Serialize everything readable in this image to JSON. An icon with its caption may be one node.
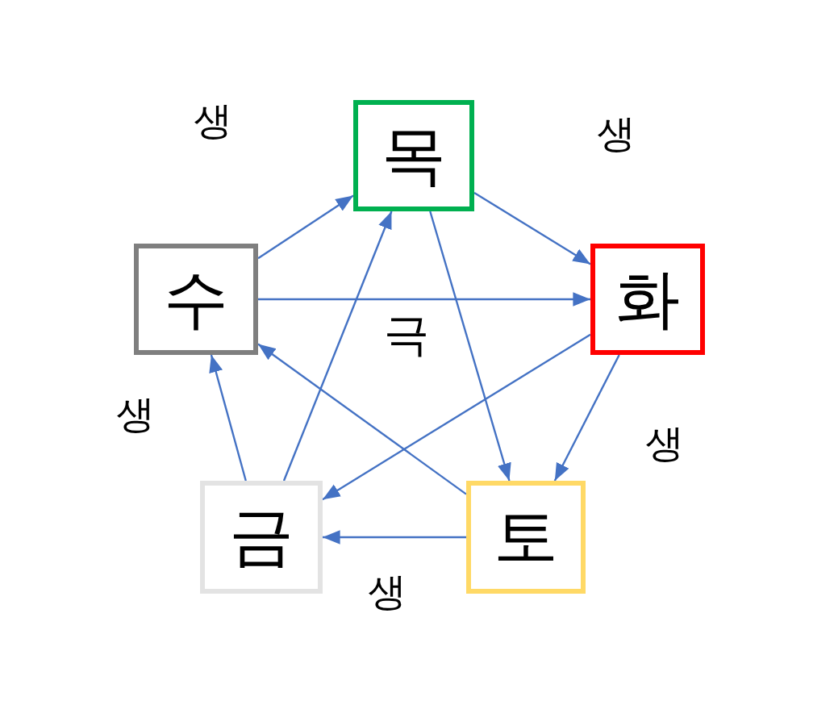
{
  "diagram": {
    "nodes": [
      {
        "text": [
          "목"
        ]
      },
      {
        "text": [
          "화"
        ]
      },
      {
        "text": [
          "토"
        ]
      },
      {
        "text": [
          "금"
        ]
      },
      {
        "text": [
          "수"
        ]
      }
    ],
    "edges": [
      {
        "from": 4,
        "to": 0,
        "arrow": "to"
      },
      {
        "from": 0,
        "to": 1,
        "arrow": "to"
      },
      {
        "from": 1,
        "to": 2,
        "arrow": "to"
      },
      {
        "from": 2,
        "to": 3,
        "arrow": "to"
      },
      {
        "from": 3,
        "to": 4,
        "arrow": "to"
      },
      {
        "from": 0,
        "to": 2,
        "arrow": "to"
      },
      {
        "from": 2,
        "to": 4,
        "arrow": "to"
      },
      {
        "from": 4,
        "to": 1,
        "arrow": "to"
      },
      {
        "from": 1,
        "to": 3,
        "arrow": "to"
      },
      {
        "from": 3,
        "to": 0,
        "arrow": "to"
      }
    ],
    "labels": [
      "생",
      "생",
      "생",
      "생",
      "생",
      "극"
    ]
  }
}
